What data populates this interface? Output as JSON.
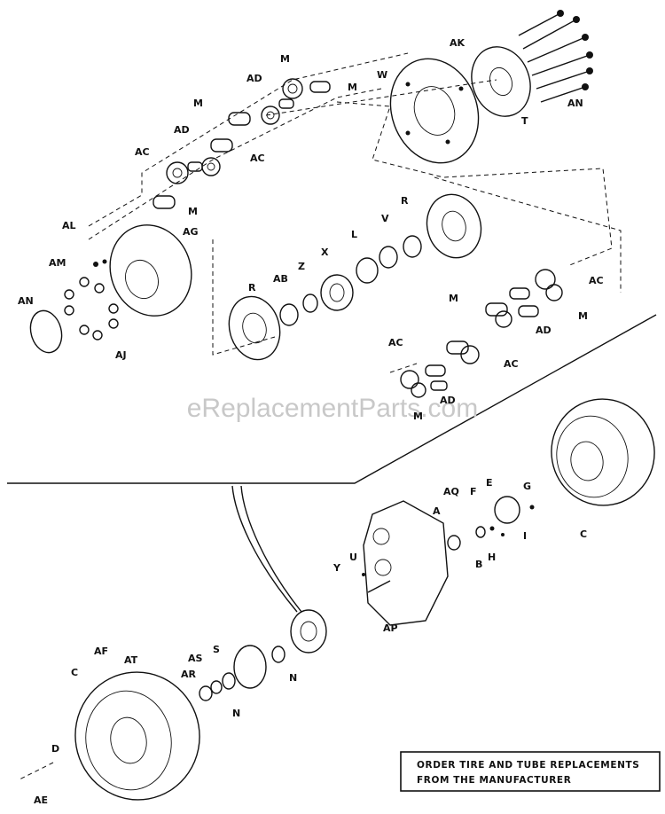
{
  "watermark": "eReplacementParts.com",
  "note": {
    "line1": "ORDER TIRE AND TUBE REPLACEMENTS",
    "line2": "FROM THE MANUFACTURER"
  },
  "labels": {
    "m_top1": "M",
    "m_top2": "M",
    "ad_top": "AD",
    "m_mid1": "M",
    "ad_mid": "AD",
    "ac_left": "AC",
    "ac_mid": "AC",
    "m_low": "M",
    "ak": "AK",
    "w": "W",
    "t": "T",
    "an_top": "AN",
    "al": "AL",
    "ag": "AG",
    "am": "AM",
    "an_left": "AN",
    "aj": "AJ",
    "r_left": "R",
    "ab": "AB",
    "z": "Z",
    "x": "X",
    "l": "L",
    "v": "V",
    "r_right": "R",
    "ac_r1": "AC",
    "m_r1": "M",
    "m_r2": "M",
    "ad_r": "AD",
    "ac_r2": "AC",
    "ac_r3": "AC",
    "ad_r2": "AD",
    "m_r3": "M",
    "aq": "AQ",
    "f": "F",
    "e": "E",
    "g": "G",
    "a": "A",
    "i": "I",
    "h": "H",
    "b": "B",
    "y": "Y",
    "u": "U",
    "ap": "AP",
    "c_right": "C",
    "af": "AF",
    "at": "AT",
    "c_left": "C",
    "as": "AS",
    "s": "S",
    "ar": "AR",
    "n1": "N",
    "n2": "N",
    "d": "D",
    "ae": "AE"
  }
}
